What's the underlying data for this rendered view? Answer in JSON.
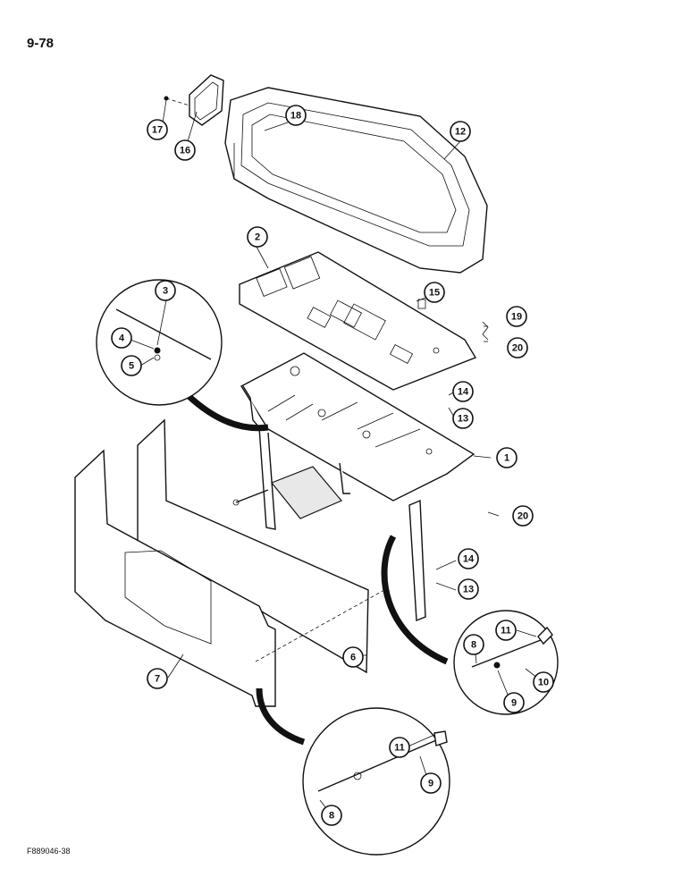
{
  "page_number": "9-78",
  "figure_id": "F889046-38",
  "callouts": [
    "17",
    "16",
    "18",
    "12",
    "2",
    "15",
    "19",
    "20",
    "3",
    "4",
    "5",
    "14",
    "13",
    "1",
    "20",
    "14",
    "13",
    "11",
    "8",
    "10",
    "9",
    "6",
    "7",
    "11",
    "9",
    "8"
  ]
}
